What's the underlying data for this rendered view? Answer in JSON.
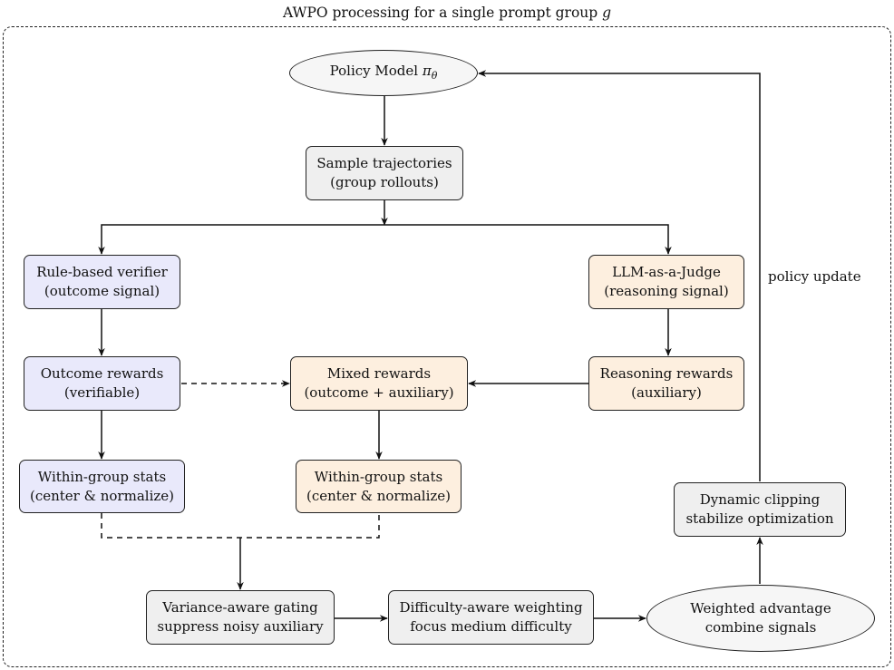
{
  "title": {
    "text": "AWPO processing for a single prompt group ",
    "variable": "g"
  },
  "nodes": {
    "policy_model": {
      "label": "Policy Model ",
      "symbol": "π",
      "subscript": "θ"
    },
    "sample": {
      "line1": "Sample trajectories",
      "line2": "(group rollouts)"
    },
    "rule_verifier": {
      "line1": "Rule-based verifier",
      "line2": "(outcome signal)"
    },
    "llm_judge": {
      "line1": "LLM-as-a-Judge",
      "line2": "(reasoning signal)"
    },
    "outcome_rewards": {
      "line1": "Outcome rewards",
      "line2": "(verifiable)"
    },
    "mixed_rewards": {
      "line1": "Mixed rewards",
      "line2": "(outcome + auxiliary)"
    },
    "reasoning_rewards": {
      "line1": "Reasoning rewards",
      "line2": "(auxiliary)"
    },
    "stats_left": {
      "line1": "Within-group stats",
      "line2": "(center & normalize)"
    },
    "stats_mid": {
      "line1": "Within-group stats",
      "line2": "(center & normalize)"
    },
    "dynamic_clip": {
      "line1": "Dynamic clipping",
      "line2": "stabilize optimization"
    },
    "variance_gating": {
      "line1": "Variance-aware gating",
      "line2": "suppress noisy auxiliary"
    },
    "difficulty_weighting": {
      "line1": "Difficulty-aware weighting",
      "line2": "focus medium difficulty"
    },
    "weighted_adv": {
      "line1": "Weighted advantage",
      "line2": "combine signals"
    }
  },
  "edge_labels": {
    "policy_update": "policy update"
  }
}
